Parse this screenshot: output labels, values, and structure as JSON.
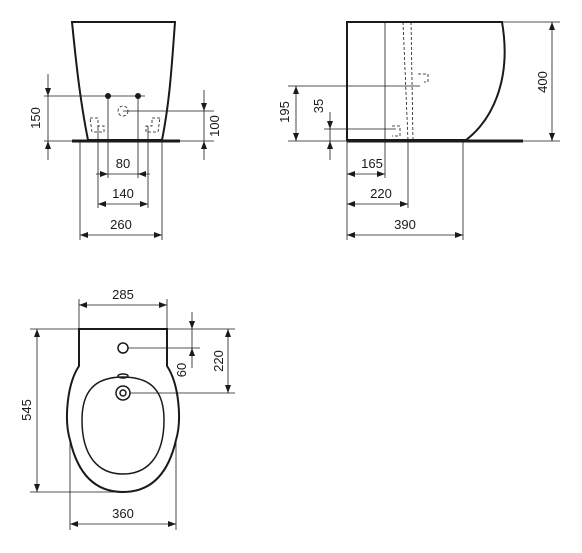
{
  "front_view": {
    "dimensions": {
      "width_total": "260",
      "fixing_spacing": "140",
      "inlet_spacing": "80",
      "fixing_height": "150",
      "inlet_height": "100"
    }
  },
  "side_view": {
    "dimensions": {
      "height": "400",
      "outlet_height": "195",
      "inlet_height": "35",
      "outlet_from_wall": "165",
      "inlet_from_wall": "220",
      "depth": "390"
    }
  },
  "top_view": {
    "dimensions": {
      "top_width": "285",
      "length": "545",
      "tap_hole_from_wall": "60",
      "waste_from_wall": "220",
      "bowl_width": "360"
    }
  }
}
